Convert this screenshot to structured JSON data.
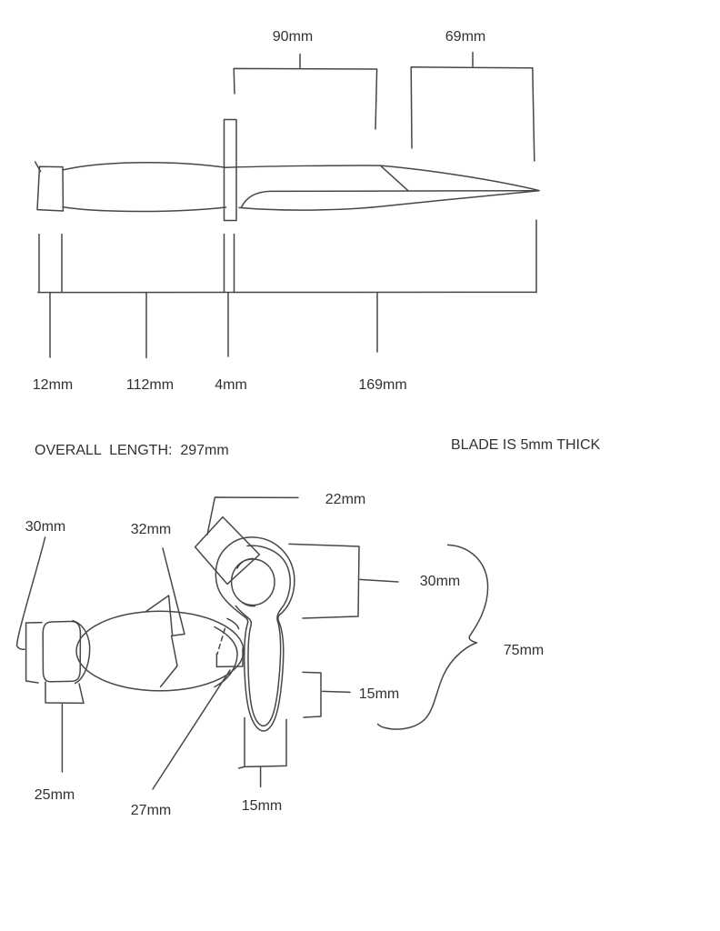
{
  "colors": {
    "background": "#ffffff",
    "stroke": "#474747",
    "text": "#343031"
  },
  "side_view": {
    "dim_90": "90mm",
    "dim_69": "69mm",
    "dim_12": "12mm",
    "dim_112": "112mm",
    "dim_4": "4mm",
    "dim_169": "169mm",
    "overall_length_note": "OVERALL  LENGTH:  297mm",
    "blade_thickness_note": "BLADE IS 5mm THICK"
  },
  "top_view": {
    "dim_30_left": "30mm",
    "dim_32": "32mm",
    "dim_22": "22mm",
    "dim_30_right": "30mm",
    "dim_75": "75mm",
    "dim_15_right": "15mm",
    "dim_15_bottom": "15mm",
    "dim_25": "25mm",
    "dim_27": "27mm"
  }
}
